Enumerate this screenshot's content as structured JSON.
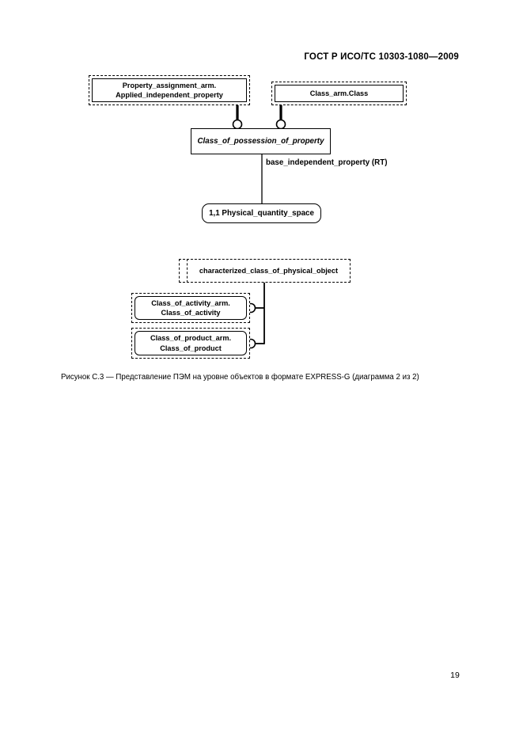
{
  "page": {
    "header_title": "ГОСТ  Р ИСО/ТС 10303-1080—2009",
    "page_number": "19"
  },
  "figure": {
    "caption": "Рисунок  С.3 — Представление ПЭМ на уровне объектов в формате EXPRESS-G (диаграмма 2 из 2)"
  },
  "diagram": {
    "type": "EXPRESS-G",
    "boxes": {
      "property_assignment": {
        "line1": "Property_assignment_arm.",
        "line2": "Applied_independent_property"
      },
      "class_arm": {
        "label": "Class_arm.Class"
      },
      "class_of_possession": {
        "label": "Class_of_possession_of_property"
      },
      "physical_quantity_space": {
        "label": "1,1 Physical_quantity_space"
      },
      "characterized_class": {
        "label": "characterized_class_of_physical_object"
      },
      "class_of_activity": {
        "line1": "Class_of_activity_arm.",
        "line2": "Class_of_activity"
      },
      "class_of_product": {
        "line1": "Class_of_product_arm.",
        "line2": "Class_of_product"
      }
    },
    "labels": {
      "base_independent_property": "base_independent_property (RT)"
    },
    "colors": {
      "ink": "#000000",
      "paper": "#ffffff"
    }
  }
}
